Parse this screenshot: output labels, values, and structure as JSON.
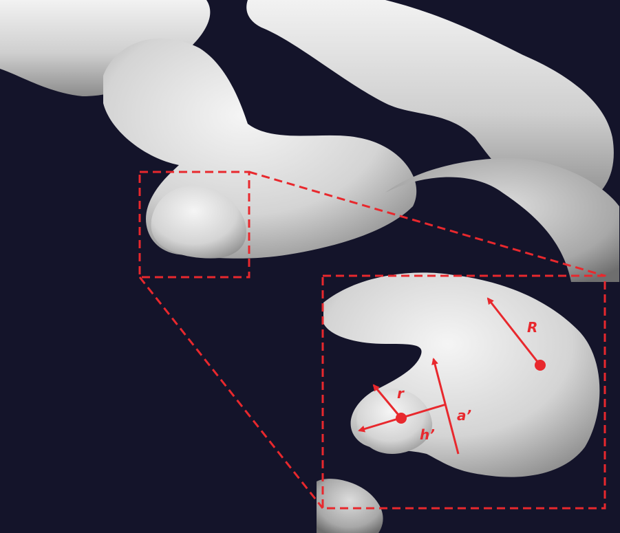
{
  "figure": {
    "background_color": "#14142a",
    "surface_color": "#d6d6d6",
    "annotation_color": "#e8282d"
  },
  "annotations": {
    "r_label": "r",
    "h_label": "h’",
    "a_label": "a’",
    "R_label": "R"
  }
}
